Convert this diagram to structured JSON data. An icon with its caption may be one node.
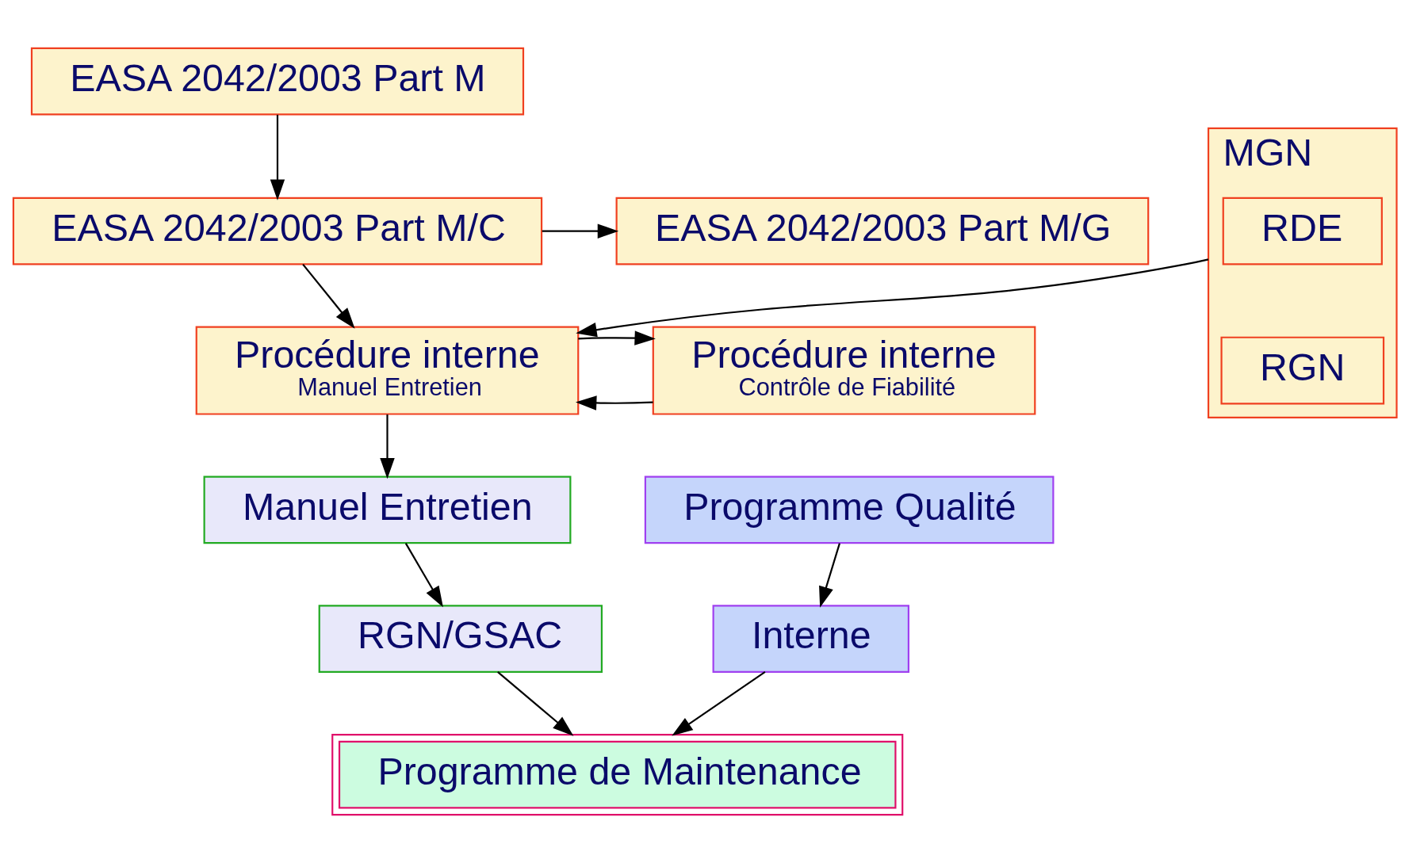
{
  "diagram": {
    "nodes": [
      {
        "text": [
          "EASA 2042/2003 Part M"
        ]
      },
      {
        "text": [
          "EASA 2042/2003 Part M/G"
        ]
      },
      {
        "text": [
          "EASA 2042/2003 Part M/C"
        ]
      },
      {
        "text": [
          "MGN"
        ]
      },
      {
        "text": [
          "RDE"
        ],
        "in": 3
      },
      {
        "text": [
          "RGN"
        ],
        "in": 3
      },
      {
        "text": [
          "Procédure interne",
          "Manuel Entretien"
        ]
      },
      {
        "text": [
          "Procédure interne",
          "Contrôle de Fiabilité"
        ]
      },
      {
        "text": [
          "Manuel Entretien"
        ]
      },
      {
        "text": [
          "RGN/GSAC"
        ]
      },
      {
        "text": [
          "Programme Qualité"
        ]
      },
      {
        "text": [
          "Interne"
        ]
      },
      {
        "text": [
          "Programme de Maintenance"
        ]
      }
    ],
    "edges": [
      {
        "from": 0,
        "to": 2,
        "arrow": "to"
      },
      {
        "from": 2,
        "to": 1,
        "arrow": "to"
      },
      {
        "from": 2,
        "to": 6,
        "arrow": "to"
      },
      {
        "from": 3,
        "to": 6,
        "arrow": "to"
      },
      {
        "from": 7,
        "to": 6,
        "arrow": "to"
      },
      {
        "from": 6,
        "to": 7,
        "arrow": "to"
      },
      {
        "from": 6,
        "to": 8,
        "arrow": "to"
      },
      {
        "from": 8,
        "to": 9,
        "arrow": "to"
      },
      {
        "from": 10,
        "to": 11,
        "arrow": "to"
      },
      {
        "from": 9,
        "to": 12,
        "arrow": "to"
      },
      {
        "from": 11,
        "to": 12,
        "arrow": "to"
      }
    ]
  }
}
